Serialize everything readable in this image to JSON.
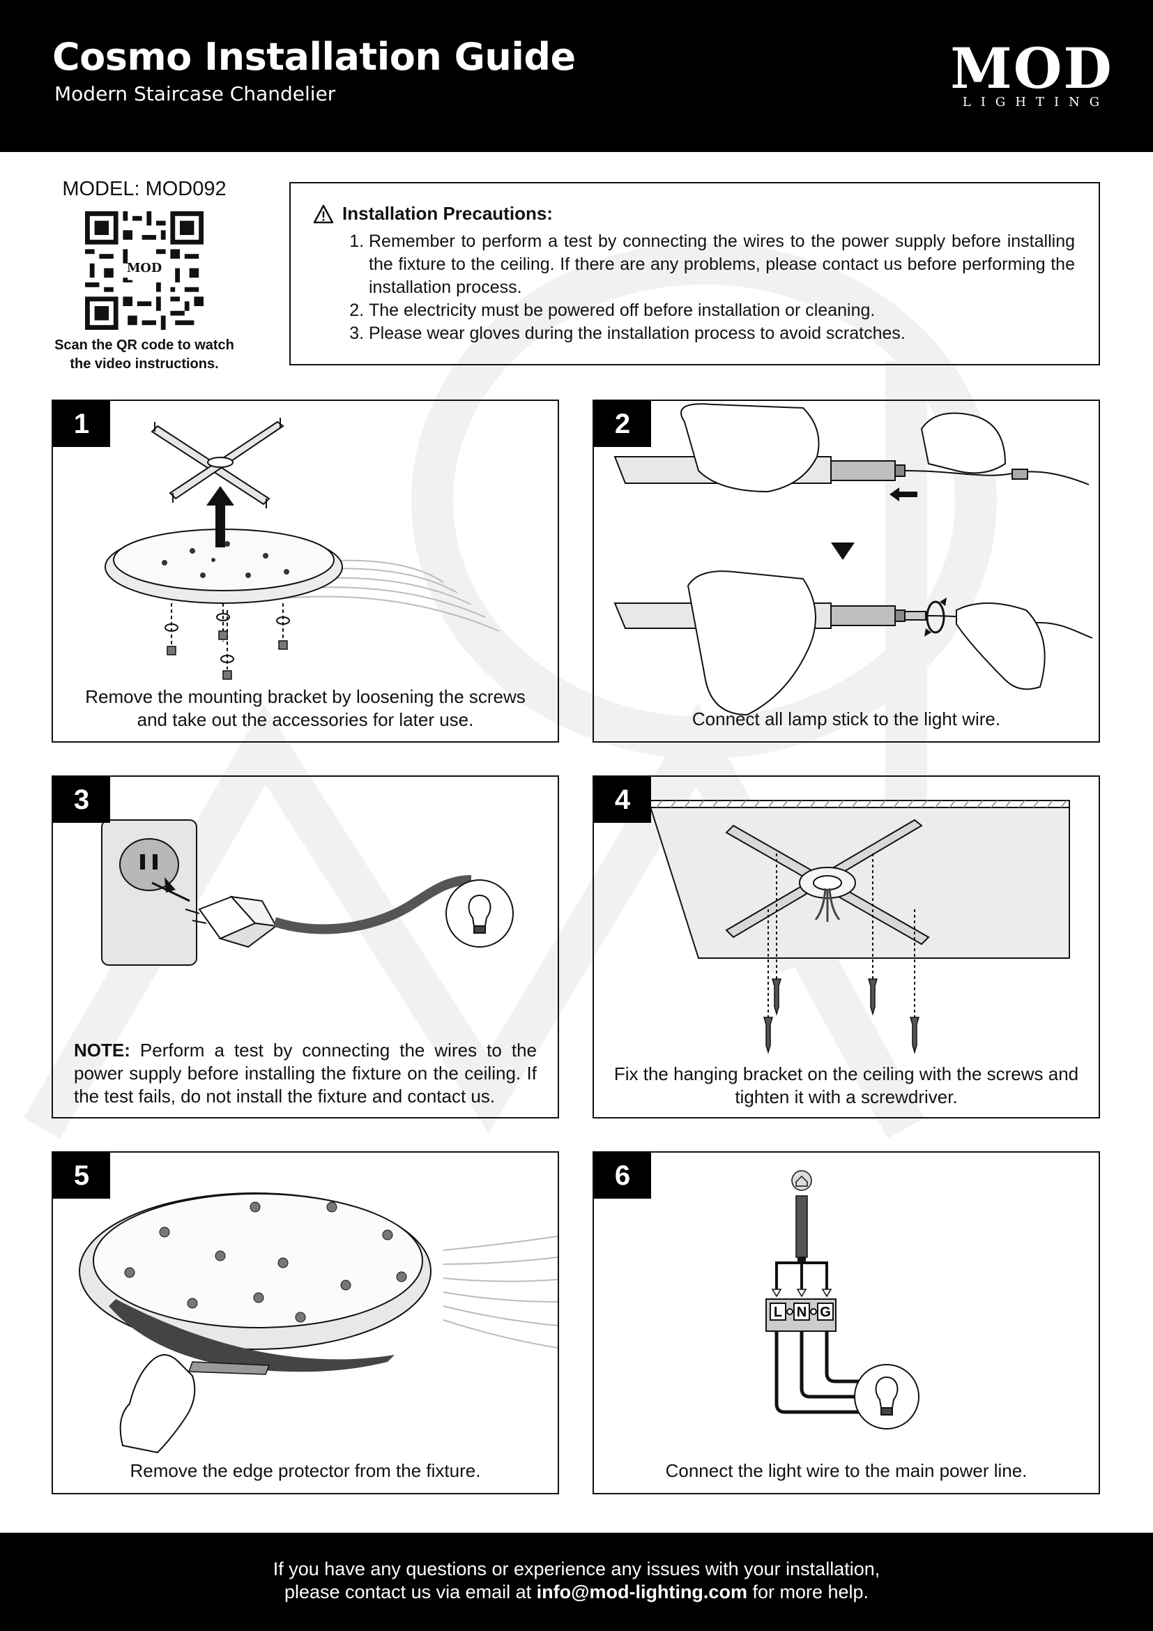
{
  "header": {
    "title": "Cosmo Installation Guide",
    "subtitle": "Modern Staircase Chandelier",
    "logo_main": "MOD",
    "logo_sub": "LIGHTING"
  },
  "model": {
    "label": "MODEL: MOD092",
    "qr_caption_line1": "Scan the QR code to watch",
    "qr_caption_line2": "the video instructions."
  },
  "precautions": {
    "title": "Installation Precautions:",
    "items": [
      "Remember to perform a test by connecting the wires to the power supply before installing the fixture to the ceiling. If there are any problems, please contact us before performing the installation process.",
      "The electricity must be powered off before installation or cleaning.",
      "Please wear gloves during the installation process to avoid scratches."
    ]
  },
  "steps": [
    {
      "number": "1",
      "caption_line1": "Remove the mounting bracket by loosening the screws",
      "caption_line2": "and take out the accessories for later use."
    },
    {
      "number": "2",
      "caption": "Connect all lamp stick to the light wire."
    },
    {
      "number": "3",
      "note_label": "NOTE:",
      "note_text": " Perform a test by connecting the wires to the power supply before installing the fixture on the ceiling. If the test fails, do not install the fixture and contact us."
    },
    {
      "number": "4",
      "caption_line1": "Fix the hanging bracket on the ceiling with the screws and",
      "caption_line2": "tighten it with a screwdriver."
    },
    {
      "number": "5",
      "caption": "Remove the edge protector from the fixture."
    },
    {
      "number": "6",
      "caption": "Connect the light wire to the main power line.",
      "terminal_labels": [
        "L",
        "N",
        "G"
      ]
    }
  ],
  "footer": {
    "line1": "If you have any questions or experience any issues with your installation,",
    "line2_prefix": "please contact us via email at ",
    "email": "info@mod-lighting.com",
    "line2_suffix": " for more help."
  }
}
